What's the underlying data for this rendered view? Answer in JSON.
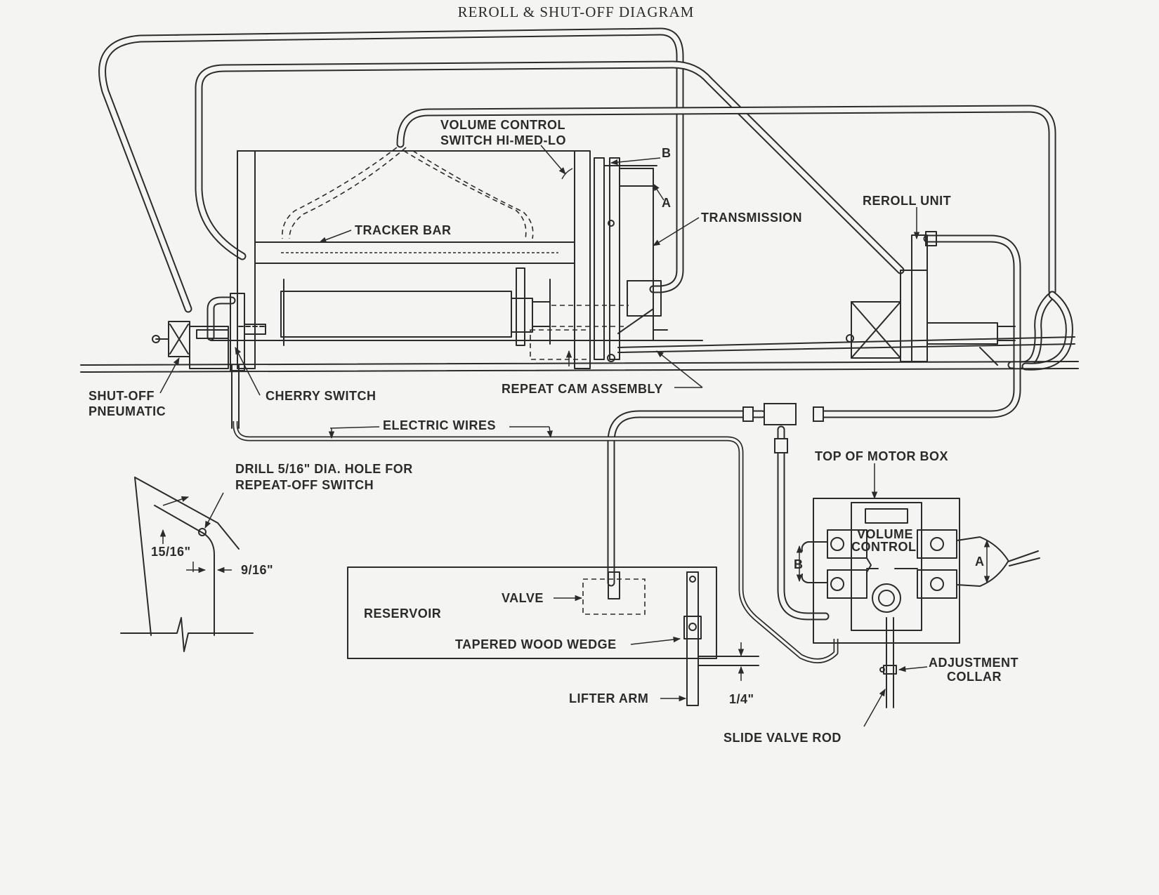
{
  "title": "REROLL & SHUT-OFF DIAGRAM",
  "labels": {
    "volume_control_switch_line1": "VOLUME CONTROL",
    "volume_control_switch_line2": "SWITCH HI-MED-LO",
    "marker_b_top": "B",
    "marker_a_top": "A",
    "tracker_bar": "TRACKER BAR",
    "transmission": "TRANSMISSION",
    "reroll_unit": "REROLL  UNIT",
    "shut_off_pneumatic_line1": "SHUT-OFF",
    "shut_off_pneumatic_line2": "PNEUMATIC",
    "cherry_switch": "CHERRY SWITCH",
    "repeat_cam_assembly": "REPEAT CAM ASSEMBLY",
    "electric_wires": "ELECTRIC WIRES",
    "drill_note_line1": "DRILL 5/16\" DIA. HOLE FOR",
    "drill_note_line2": "REPEAT-OFF SWITCH",
    "dim_15_16": "15/16\"",
    "dim_9_16": "9/16\"",
    "top_of_motor_box": "TOP OF MOTOR BOX",
    "volume_control_line1": "VOLUME",
    "volume_control_line2": "CONTROL",
    "marker_b_box": "B",
    "marker_a_box": "A",
    "reservoir": "RESERVOIR",
    "valve": "VALVE",
    "tapered_wood_wedge": "TAPERED WOOD WEDGE",
    "lifter_arm": "LIFTER ARM",
    "dim_1_4": "1/4\"",
    "adjustment_collar_line1": "ADJUSTMENT",
    "adjustment_collar_line2": "COLLAR",
    "slide_valve_rod": "SLIDE VALVE ROD"
  }
}
